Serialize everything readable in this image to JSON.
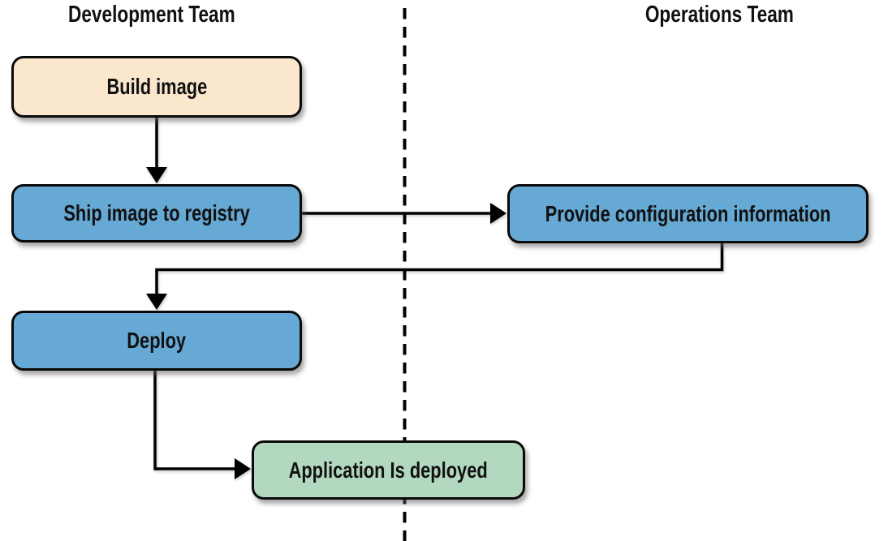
{
  "diagram": {
    "type": "flowchart",
    "lanes": [
      {
        "id": "development",
        "title": "Development Team",
        "side": "left"
      },
      {
        "id": "operations",
        "title": "Operations Team",
        "side": "right"
      }
    ],
    "divider": {
      "style": "dashed-vertical-line",
      "separates": "Development Team | Operations Team"
    },
    "nodes": [
      {
        "id": "build",
        "label": "Build image",
        "lane": "development",
        "fill": "#fae7ce",
        "kind": "start-step"
      },
      {
        "id": "ship",
        "label": "Ship image to registry",
        "lane": "development",
        "fill": "#66a9d4",
        "kind": "process-step"
      },
      {
        "id": "provide",
        "label": "Provide configuration information",
        "lane": "operations",
        "fill": "#66a9d4",
        "kind": "process-step"
      },
      {
        "id": "deploy",
        "label": "Deploy",
        "lane": "development",
        "fill": "#66a9d4",
        "kind": "process-step"
      },
      {
        "id": "deployed",
        "label": "Application Is deployed",
        "lane": "both",
        "fill": "#b2d9bf",
        "kind": "end-state"
      }
    ],
    "edges": [
      {
        "from": "build",
        "to": "ship",
        "style": "arrow"
      },
      {
        "from": "ship",
        "to": "provide",
        "style": "arrow"
      },
      {
        "from": "provide",
        "to": "deploy",
        "style": "arrow"
      },
      {
        "from": "deploy",
        "to": "deployed",
        "style": "arrow"
      }
    ],
    "colors": {
      "background": "#ffffff",
      "node_border": "#0a0a0a",
      "line": "#000000",
      "start_fill": "#fae7ce",
      "process_fill": "#66a9d4",
      "end_fill": "#b2d9bf",
      "text": "#111111"
    }
  }
}
